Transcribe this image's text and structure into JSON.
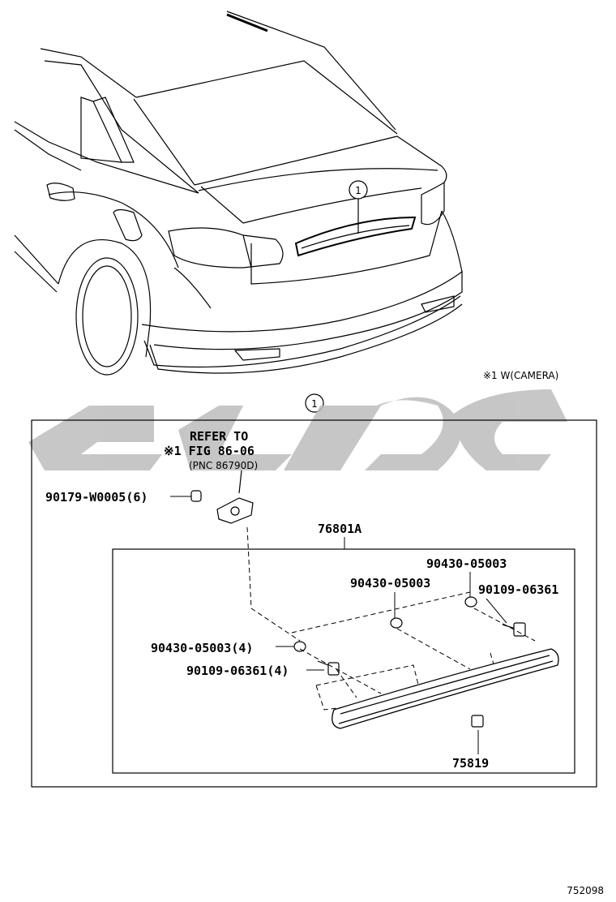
{
  "diagram": {
    "top_callout": "1",
    "section_callout": "1",
    "camera_note": "※1 W(CAMERA)",
    "refer_line1": "REFER TO",
    "refer_line2": "※1 FIG 86-06",
    "refer_line3": "(PNC 86790D)",
    "parts": {
      "p_90179": "90179-W0005(6)",
      "p_76801a": "76801A",
      "p_90430_top": "90430-05003",
      "p_90430_mid": "90430-05003",
      "p_90109_right": "90109-06361",
      "p_90430_left": "90430-05003(4)",
      "p_90109_left": "90109-06361(4)",
      "p_75819": "75819"
    },
    "figure_number": "752098"
  }
}
